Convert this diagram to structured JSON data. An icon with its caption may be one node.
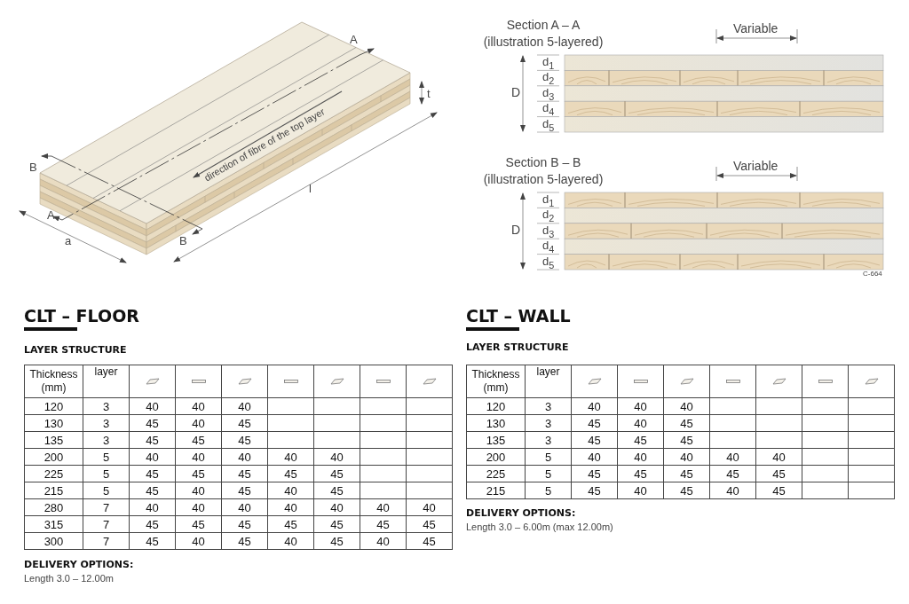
{
  "diagram": {
    "labels": [
      "A",
      "t",
      "direction of fibre of the top layer",
      "B",
      "l",
      "A",
      "a",
      "B",
      "Section A – A (illustration 5-layered)",
      "Variable",
      "D",
      "d$_{1}$",
      "d$_{2}$",
      "d$_{3}$",
      "d$_{4}$",
      "d$_{5}$",
      "Section B – B (illustration 5-layered)",
      "Variable",
      "D",
      "d$_{1}$",
      "d$_{2}$",
      "d$_{3}$",
      "d$_{4}$",
      "d$_{5}$",
      "C-664",
      "CLT – FLOOR",
      "LAYER STRUCTURE",
      "Thickness (mm)",
      "layer",
      "120",
      "3",
      "40",
      "40",
      "40",
      "130",
      "3",
      "45",
      "40",
      "45",
      "135",
      "3",
      "45",
      "45",
      "45",
      "200",
      "5",
      "40",
      "40",
      "40",
      "40",
      "40",
      "225",
      "5",
      "45",
      "45",
      "45",
      "45",
      "45",
      "215",
      "5",
      "45",
      "40",
      "45",
      "40",
      "45",
      "280",
      "7",
      "40",
      "40",
      "40",
      "40",
      "40",
      "40",
      "40",
      "315",
      "7",
      "45",
      "45",
      "45",
      "45",
      "45",
      "45",
      "45",
      "300",
      "7",
      "45",
      "40",
      "45",
      "40",
      "45",
      "40",
      "45",
      "DELIVERY OPTIONS:",
      "Length 3.0 – 12.00m",
      "CLT – WALL",
      "LAYER STRUCTURE",
      "Thickness (mm)",
      "layer",
      "120",
      "3",
      "40",
      "40",
      "40",
      "130",
      "3",
      "45",
      "40",
      "45",
      "135",
      "3",
      "45",
      "45",
      "45",
      "200",
      "5",
      "40",
      "40",
      "40",
      "40",
      "40",
      "225",
      "5",
      "45",
      "45",
      "45",
      "45",
      "45",
      "215",
      "5",
      "45",
      "40",
      "45",
      "40",
      "45",
      "DELIVERY OPTIONS:",
      "Length 3.0 – 6.00m (max 12.00m)"
    ]
  }
}
